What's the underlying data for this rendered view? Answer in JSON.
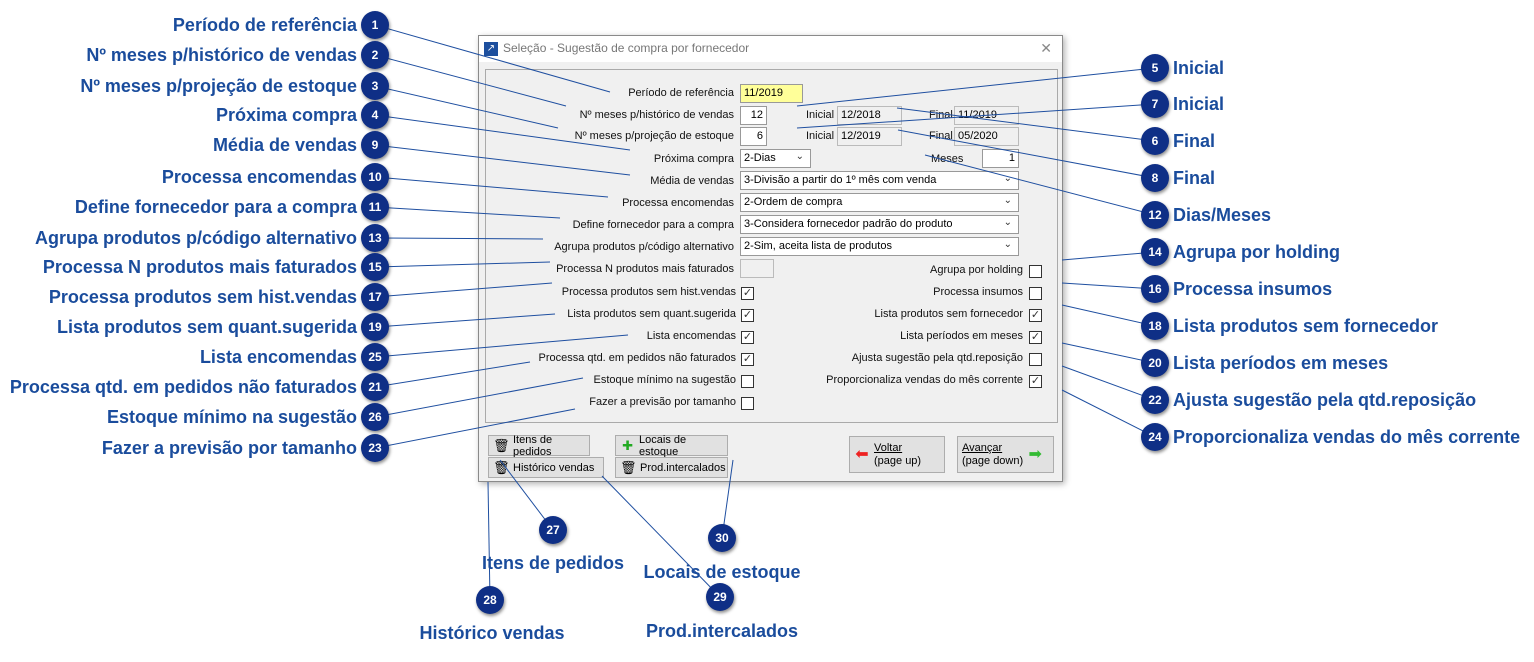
{
  "dialog": {
    "title": "Seleção - Sugestão de compra por fornecedor",
    "close": "✕",
    "periodo_label": "Período de referência",
    "periodo_value": "11/2019",
    "hist_label": "Nº meses p/histórico de vendas",
    "hist_value": "12",
    "hist_inicial_label": "Inicial",
    "hist_inicial": "12/2018",
    "hist_final_label": "Final",
    "hist_final": "11/2019",
    "proj_label": "Nº meses p/projeção de estoque",
    "proj_value": "6",
    "proj_inicial_label": "Inicial",
    "proj_inicial": "12/2019",
    "proj_final_label": "Final",
    "proj_final": "05/2020",
    "proxima_label": "Próxima compra",
    "proxima_value": "2-Dias",
    "meses_label": "Meses",
    "meses_value": "1",
    "media_label": "Média de vendas",
    "media_value": "3-Divisão a partir do 1º mês com venda",
    "encomendas_label": "Processa encomendas",
    "encomendas_value": "2-Ordem de compra",
    "fornecedor_label": "Define fornecedor para a compra",
    "fornecedor_value": "3-Considera fornecedor padrão do produto",
    "agrupa_label": "Agrupa produtos p/código alternativo",
    "agrupa_value": "2-Sim, aceita lista de produtos",
    "n_produtos_label": "Processa N produtos mais faturados",
    "n_produtos_value": "",
    "checks_left": [
      {
        "label": "Processa produtos sem hist.vendas",
        "checked": true
      },
      {
        "label": "Lista produtos sem quant.sugerida",
        "checked": true
      },
      {
        "label": "Lista encomendas",
        "checked": true
      },
      {
        "label": "Processa qtd. em pedidos não faturados",
        "checked": true
      },
      {
        "label": "Estoque mínimo na sugestão",
        "checked": false
      },
      {
        "label": "Fazer a previsão por tamanho",
        "checked": false
      }
    ],
    "checks_right": [
      {
        "label": "Agrupa por holding",
        "checked": false
      },
      {
        "label": "Processa insumos",
        "checked": false
      },
      {
        "label": "Lista produtos sem fornecedor",
        "checked": true
      },
      {
        "label": "Lista períodos em meses",
        "checked": true
      },
      {
        "label": "Ajusta sugestão pela qtd.reposição",
        "checked": false
      },
      {
        "label": "Proporcionaliza vendas do mês corrente",
        "checked": true
      }
    ],
    "buttons": {
      "itens": "Itens de pedidos",
      "locais": "Locais de estoque",
      "historico": "Histórico vendas",
      "prod": "Prod.intercalados",
      "voltar1": "Voltar",
      "voltar2": "(page up)",
      "avancar1": "Avançar",
      "avancar2": "(page down)"
    }
  },
  "callouts": [
    {
      "n": "1",
      "label": "Período de referência"
    },
    {
      "n": "2",
      "label": "Nº meses p/histórico de vendas"
    },
    {
      "n": "3",
      "label": "Nº meses p/projeção de estoque"
    },
    {
      "n": "4",
      "label": "Próxima compra"
    },
    {
      "n": "9",
      "label": "Média de vendas"
    },
    {
      "n": "10",
      "label": "Processa encomendas"
    },
    {
      "n": "11",
      "label": "Define fornecedor para a compra"
    },
    {
      "n": "13",
      "label": "Agrupa produtos p/código alternativo"
    },
    {
      "n": "15",
      "label": "Processa N produtos mais faturados"
    },
    {
      "n": "17",
      "label": "Processa produtos sem hist.vendas"
    },
    {
      "n": "19",
      "label": "Lista produtos sem quant.sugerida"
    },
    {
      "n": "25",
      "label": "Lista encomendas"
    },
    {
      "n": "21",
      "label": "Processa qtd. em pedidos não faturados"
    },
    {
      "n": "26",
      "label": "Estoque mínimo na sugestão"
    },
    {
      "n": "23",
      "label": "Fazer a previsão por tamanho"
    },
    {
      "n": "5",
      "label": "Inicial"
    },
    {
      "n": "7",
      "label": "Inicial"
    },
    {
      "n": "6",
      "label": "Final"
    },
    {
      "n": "8",
      "label": "Final"
    },
    {
      "n": "12",
      "label": "Dias/Meses"
    },
    {
      "n": "14",
      "label": "Agrupa por holding"
    },
    {
      "n": "16",
      "label": "Processa insumos"
    },
    {
      "n": "18",
      "label": "Lista produtos sem fornecedor"
    },
    {
      "n": "20",
      "label": "Lista períodos em meses"
    },
    {
      "n": "22",
      "label": "Ajusta sugestão pela qtd.reposição"
    },
    {
      "n": "24",
      "label": "Proporcionaliza vendas do mês corrente"
    },
    {
      "n": "27",
      "label": "Itens de pedidos"
    },
    {
      "n": "30",
      "label": "Locais de estoque"
    },
    {
      "n": "28",
      "label": "Histórico vendas"
    },
    {
      "n": "29",
      "label": "Prod.intercalados"
    }
  ]
}
